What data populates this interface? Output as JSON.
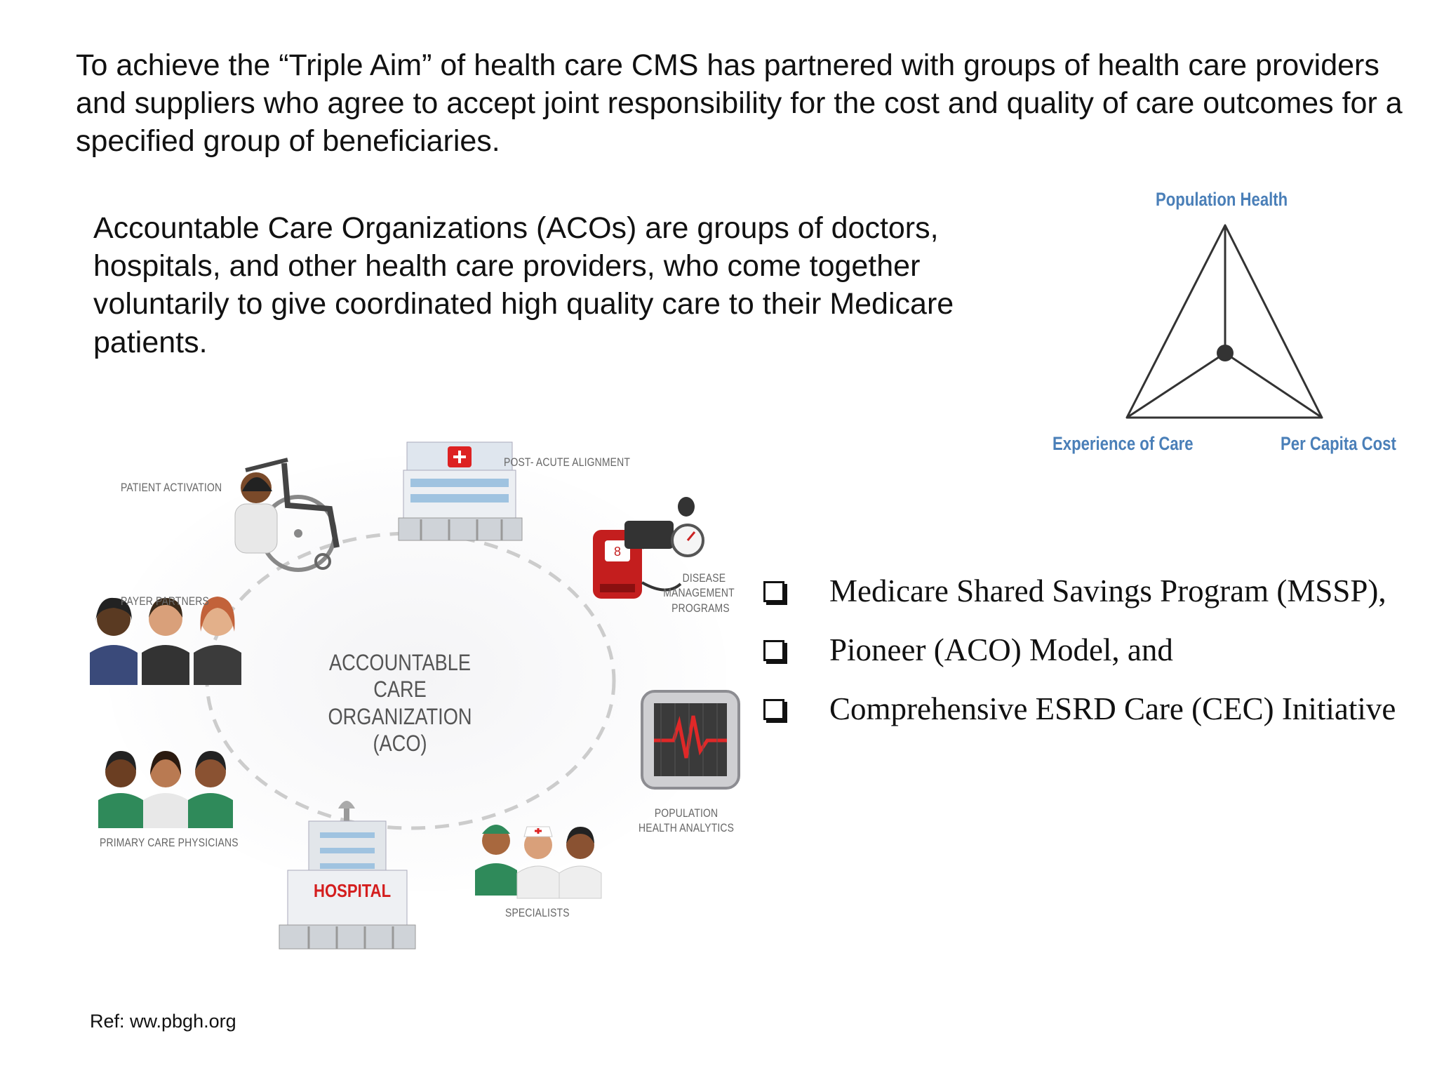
{
  "intro_text": "To achieve the “Triple Aim” of health care CMS has partnered with groups of health care providers and suppliers who agree to accept joint responsibility for the cost and quality of care outcomes for a specified group of beneficiaries.",
  "aco_definition": "Accountable Care Organizations (ACOs) are groups of doctors, hospitals, and other health care providers, who come together voluntarily to give coordinated high quality care to their Medicare patients.",
  "triple_aim": {
    "top": "Population Health",
    "left": "Experience of Care",
    "right": "Per Capita Cost",
    "line_color": "#333333",
    "label_color": "#4a7fb8"
  },
  "aco_diagram": {
    "center_line1": "ACCOUNTABLE",
    "center_line2": "CARE ORGANIZATION (ACO)",
    "nodes": {
      "patient_activation": "PATIENT ACTIVATION",
      "post_acute": "POST- ACUTE ALIGNMENT",
      "disease_mgmt_1": "DISEASE",
      "disease_mgmt_2": "MANAGEMENT",
      "disease_mgmt_3": "PROGRAMS",
      "payer_partners": "PAYER PARTNERS",
      "pop_health_1": "POPULATION",
      "pop_health_2": "HEALTH ANALYTICS",
      "primary_care": "PRIMARY CARE PHYSICIANS",
      "hospital_sign": "HOSPITAL",
      "specialists": "SPECIALISTS"
    },
    "icons": [
      "wheelchair-icon",
      "clinic-building-icon",
      "blood-pressure-monitor-icon",
      "people-group-icon",
      "heart-monitor-icon",
      "doctors-group-icon",
      "hospital-building-icon",
      "specialists-icon"
    ]
  },
  "programs": [
    "Medicare Shared Savings Program (MSSP),",
    "Pioneer (ACO) Model, and",
    "Comprehensive ESRD Care (CEC) Initiative"
  ],
  "reference": "Ref: ww.pbgh.org"
}
